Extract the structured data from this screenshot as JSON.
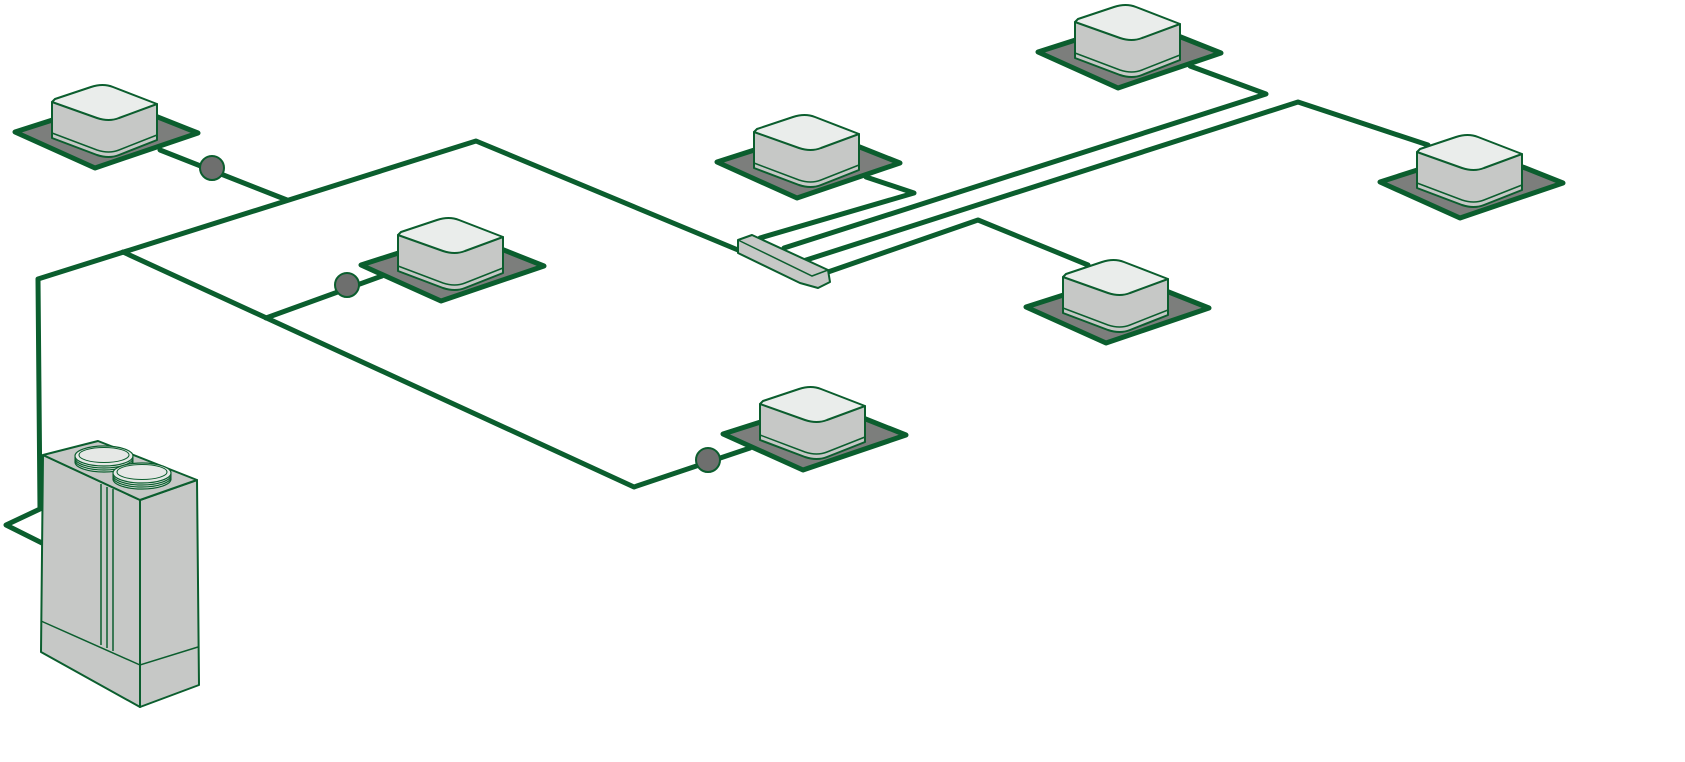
{
  "colors": {
    "background": "#ffffff",
    "pipe": "#0b5e2e",
    "unit_top": "#eaedeb",
    "unit_side": "#c6c8c6",
    "unit_base": "#7c7e7c",
    "joint": "#6e6f6e",
    "outdoor_body": "#c6c8c6",
    "outdoor_fan": "#e6e8e6"
  },
  "diagram": {
    "outdoor_unit": {
      "icon": "outdoor-condenser-icon",
      "fans": 2
    },
    "indoor_units": [
      {
        "id": "unit-1",
        "icon": "ceiling-cassette-icon"
      },
      {
        "id": "unit-2",
        "icon": "ceiling-cassette-icon"
      },
      {
        "id": "unit-3",
        "icon": "ceiling-cassette-icon"
      },
      {
        "id": "unit-4",
        "icon": "ceiling-cassette-icon"
      },
      {
        "id": "unit-5",
        "icon": "ceiling-cassette-icon"
      },
      {
        "id": "unit-6",
        "icon": "ceiling-cassette-icon"
      },
      {
        "id": "unit-7",
        "icon": "ceiling-cassette-icon"
      },
      {
        "id": "unit-8",
        "icon": "ceiling-cassette-icon"
      }
    ],
    "branch_joints": 4,
    "header_icon": "refrigerant-header-icon"
  }
}
